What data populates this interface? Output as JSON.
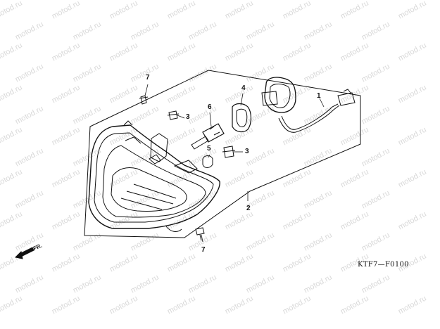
{
  "watermark_text": "motod.ru",
  "diagram_code": "KTF7—F0100",
  "direction_label": "FR.",
  "callouts": [
    {
      "id": "part-1",
      "label": "1"
    },
    {
      "id": "part-2",
      "label": "2"
    },
    {
      "id": "part-3-upper",
      "label": "3"
    },
    {
      "id": "part-3-lower",
      "label": "3"
    },
    {
      "id": "part-4",
      "label": "4"
    },
    {
      "id": "part-5",
      "label": "5"
    },
    {
      "id": "part-6",
      "label": "6"
    },
    {
      "id": "part-7-upper",
      "label": "7"
    },
    {
      "id": "part-7-lower",
      "label": "7"
    }
  ]
}
